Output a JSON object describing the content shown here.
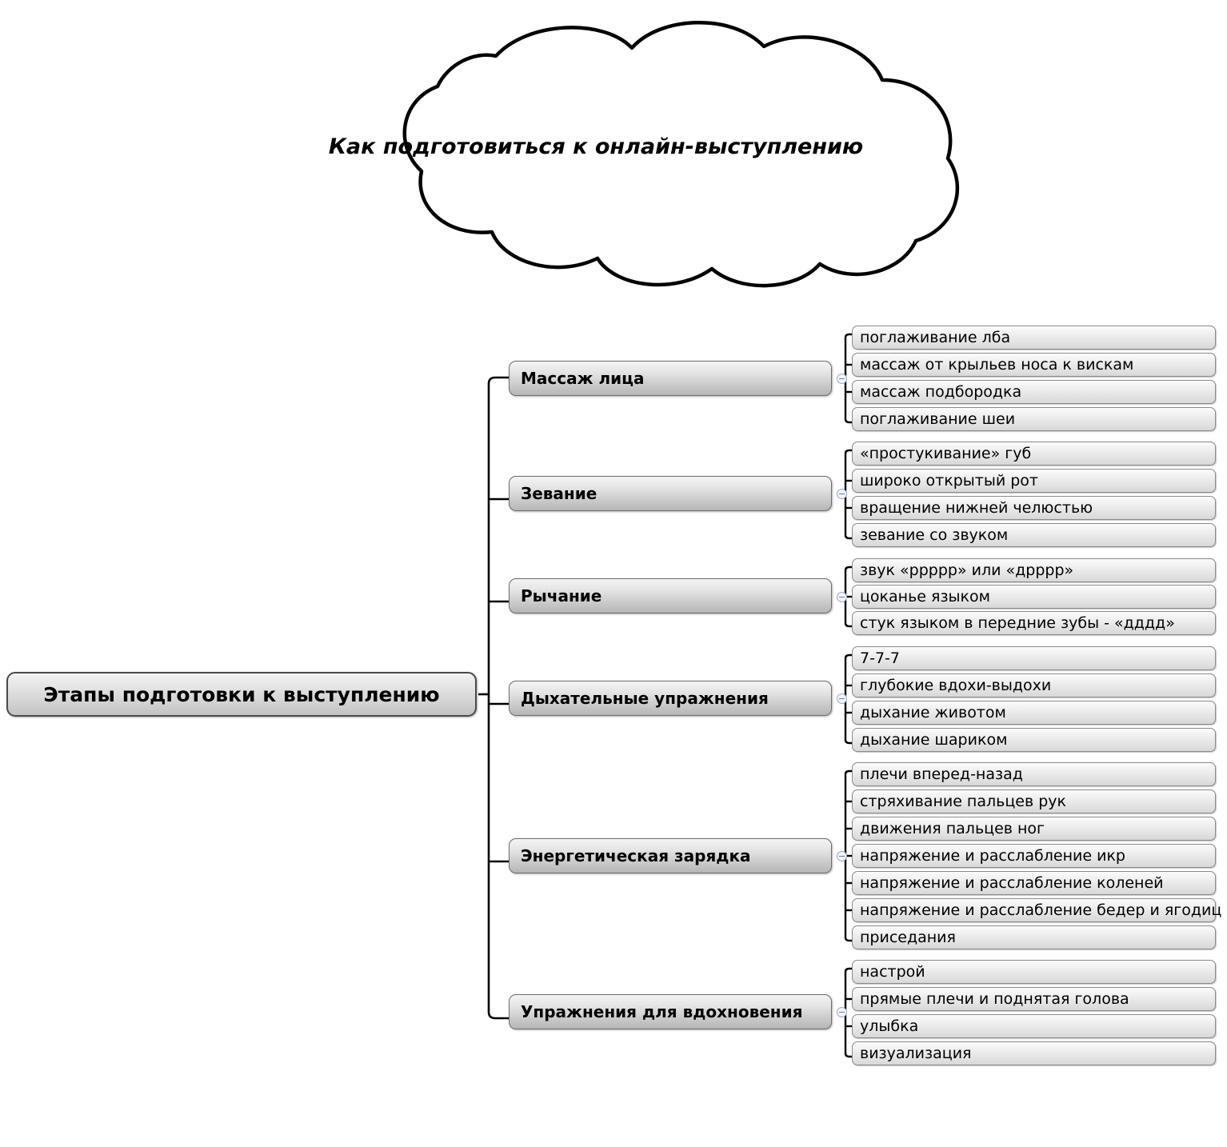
{
  "diagram": {
    "type": "mind-map",
    "title_cloud": "Как подготовиться к онлайн-выступлению",
    "root": "Этапы подготовки к выступлению",
    "branches": [
      {
        "label": "Массаж лица",
        "children": [
          "поглаживание лба",
          "массаж от крыльев носа к вискам",
          "массаж подбородка",
          "поглаживание шеи"
        ]
      },
      {
        "label": "Зевание",
        "children": [
          "«простукивание» губ",
          "широко открытый рот",
          "вращение нижней челюстью",
          "зевание со звуком"
        ]
      },
      {
        "label": "Рычание",
        "children": [
          "звук «ррррр» или «дрррр»",
          "цоканье языком",
          "стук языком в передние зубы - «дддд»"
        ]
      },
      {
        "label": "Дыхательные упражнения",
        "children": [
          "7-7-7",
          "глубокие вдохи-выдохи",
          "дыхание животом",
          "дыхание шариком"
        ]
      },
      {
        "label": "Энергетическая зарядка",
        "children": [
          "плечи вперед-назад",
          "стряхивание пальцев рук",
          "движения пальцев ног",
          "напряжение и расслабление икр",
          "напряжение и расслабление коленей",
          "напряжение и расслабление бедер и ягодиц",
          "приседания"
        ]
      },
      {
        "label": "Упражнения для вдохновения",
        "children": [
          "настрой",
          "прямые плечи и поднятая голова",
          "улыбка",
          "визуализация"
        ]
      }
    ],
    "colors": {
      "page_background": "#ffffff",
      "line": "#000000",
      "node_border": "#7a7a7a",
      "root_fill_top": "#f3f3f3",
      "root_fill_bottom": "#c3c3c3",
      "branch_fill_top": "#f4f4f4",
      "branch_fill_bottom": "#b6b6b6",
      "leaf_fill_top": "#fbfbfb",
      "leaf_fill_bottom": "#d8d8d8",
      "toggle_stroke": "#9aa9cc"
    }
  }
}
